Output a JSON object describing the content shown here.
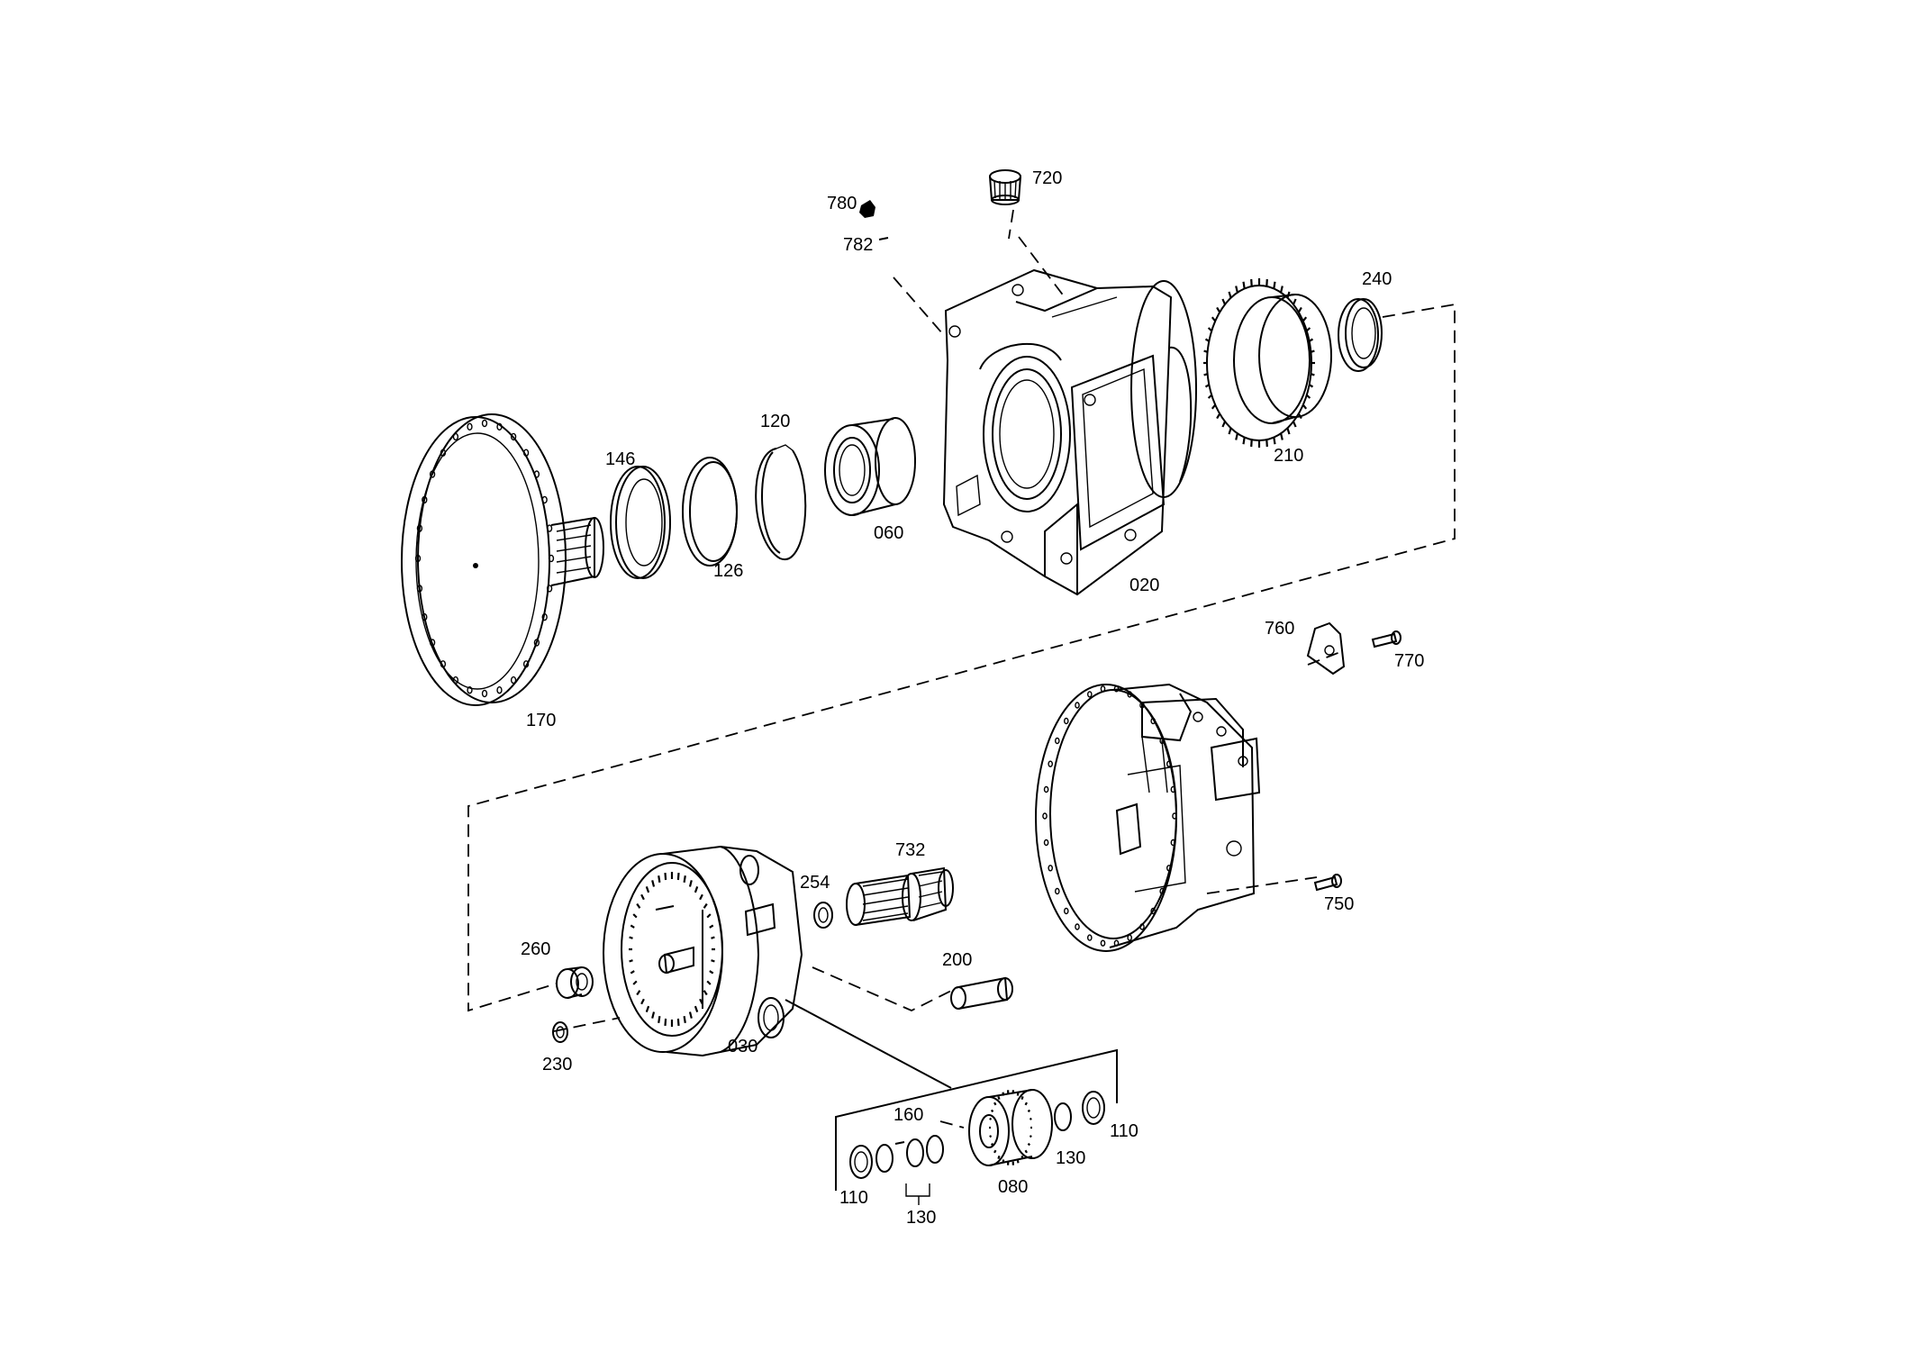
{
  "callouts": {
    "p780": "780",
    "p782": "782",
    "p720": "720",
    "p240": "240",
    "p120": "120",
    "p146": "146",
    "p126": "126",
    "p060": "060",
    "p210": "210",
    "p020": "020",
    "p170": "170",
    "p760": "760",
    "p770": "770",
    "p732": "732",
    "p254": "254",
    "p260": "260",
    "p200": "200",
    "p750": "750",
    "p230": "230",
    "p030": "030",
    "p160": "160",
    "p110a": "110",
    "p130a": "130",
    "p080": "080",
    "p130b": "130",
    "p110b": "110"
  }
}
